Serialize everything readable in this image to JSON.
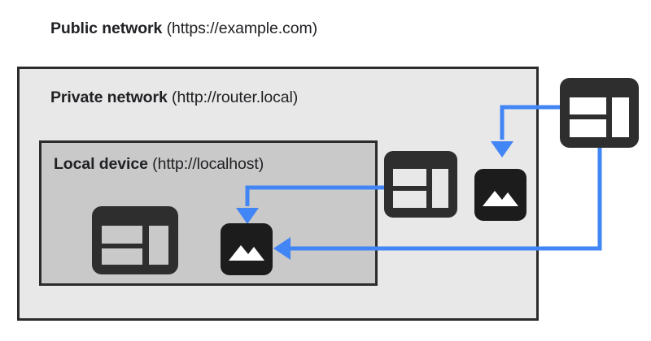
{
  "diagram": {
    "type": "network-zones",
    "background": "#ffffff",
    "colors": {
      "arrow_blue": "#4285f4",
      "icon_dark": "#2e2e2e",
      "text_dark": "#202124",
      "border_dark": "#2b2b2b",
      "public_fill": "#ffffff",
      "private_fill": "#e8e8e8",
      "local_fill": "#c9c9c9"
    },
    "zones": [
      {
        "id": "public",
        "label_strong": "Public network",
        "label_plain": " (https://example.com)",
        "url": "https://example.com"
      },
      {
        "id": "private",
        "label_strong": "Private network",
        "label_plain": " (http://router.local)",
        "url": "http://router.local"
      },
      {
        "id": "local",
        "label_strong": "Local device",
        "label_plain": " (http://localhost)",
        "url": "http://localhost"
      }
    ],
    "nodes": [
      {
        "id": "local-browser",
        "icon": "browser-window-icon",
        "zone": "local",
        "size": 84
      },
      {
        "id": "local-image",
        "icon": "image-photo-icon",
        "zone": "local",
        "size": 64
      },
      {
        "id": "private-browser",
        "icon": "browser-window-icon",
        "zone": "private",
        "size": 84
      },
      {
        "id": "private-image",
        "icon": "image-photo-icon",
        "zone": "private",
        "size": 64
      },
      {
        "id": "public-browser",
        "icon": "browser-window-icon",
        "zone": "public",
        "size": 96
      }
    ],
    "connections": [
      {
        "id": "public-to-private",
        "from": "public-browser",
        "to": "private-image",
        "direction": "down"
      },
      {
        "id": "private-to-local",
        "from": "private-browser",
        "to": "local-image",
        "direction": "down"
      },
      {
        "id": "public-to-local",
        "from": "public-browser",
        "to": "local-image",
        "direction": "left"
      }
    ]
  }
}
